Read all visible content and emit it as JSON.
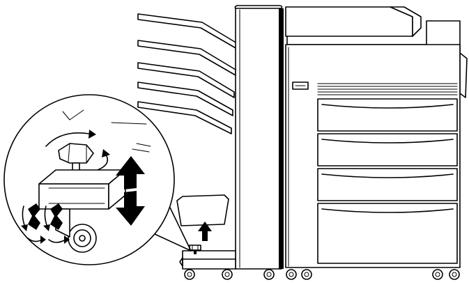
{
  "figure": {
    "objects": [
      "finisher",
      "printer",
      "caster-wheel",
      "adjuster-knob",
      "stacker-trays"
    ],
    "icons": [
      "rotate-arrow-icon",
      "up-arrow-icon",
      "down-arrow-icon",
      "lock-lever-icon"
    ]
  }
}
